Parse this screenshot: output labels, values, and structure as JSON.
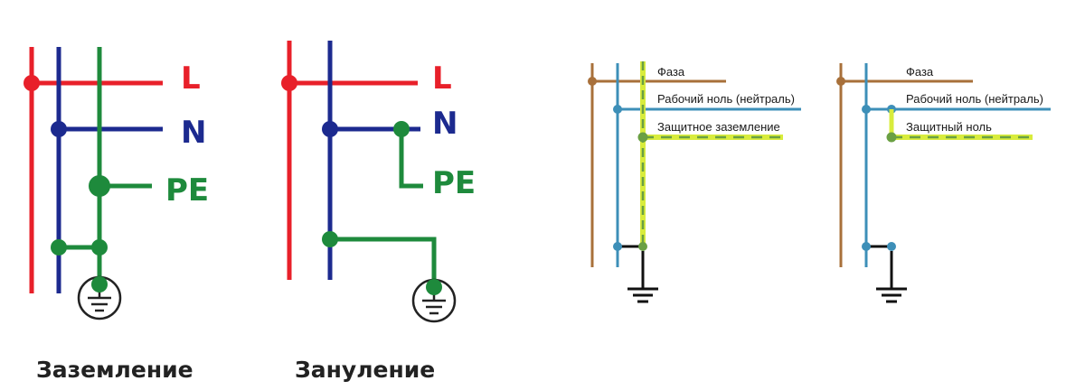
{
  "colors": {
    "phase_red": "#e8202a",
    "neutral_blue": "#1c2a8f",
    "pe_green": "#1e8a3c",
    "phase_brown": "#a8703a",
    "neutral_teal": "#3d8fb8",
    "pe_yellow": "#d8ec3c",
    "pe_dash_green": "#6aa043",
    "earth_black": "#111111"
  },
  "left_diagrams": {
    "label_L": "L",
    "label_N": "N",
    "label_PE": "PE",
    "caption_grounding": "Заземление",
    "caption_zeroing": "Зануление"
  },
  "right_diagrams": {
    "grounding": {
      "phase": "Фаза",
      "neutral": "Рабочий ноль (нейтраль)",
      "protective": "Защитное заземление"
    },
    "zeroing": {
      "phase": "Фаза",
      "neutral": "Рабочий ноль (нейтраль)",
      "protective": "Защитный ноль"
    }
  },
  "icons": {
    "ground_symbol_circled": "ground-circled-icon",
    "ground_symbol_plain": "ground-icon"
  }
}
